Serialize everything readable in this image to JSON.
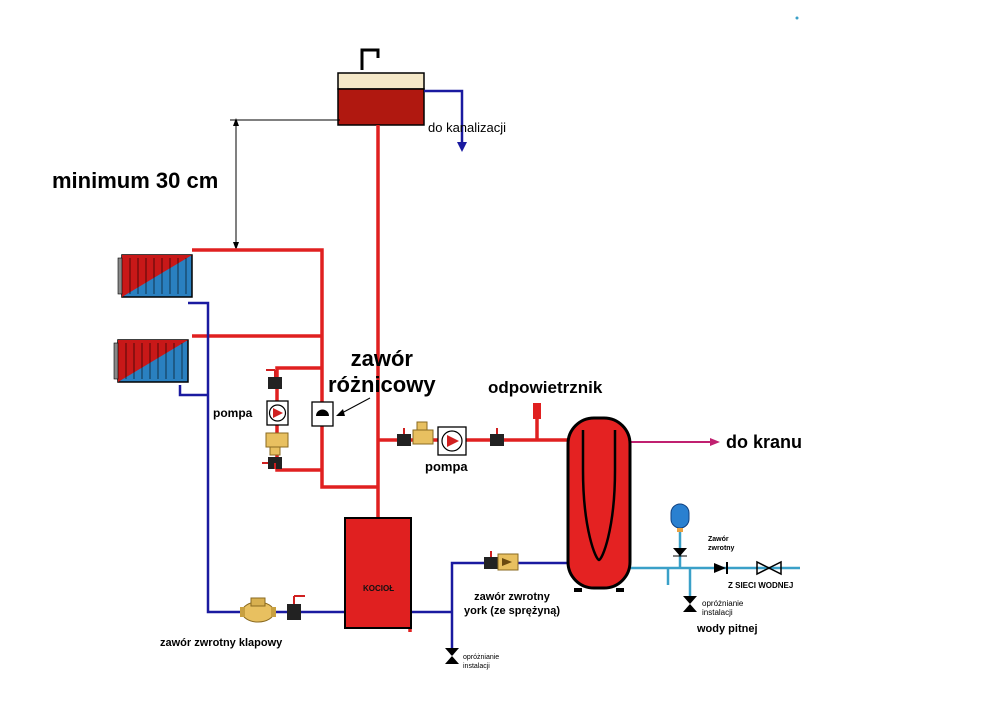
{
  "labels": {
    "drain_sewer": "do kanalizacji",
    "min_height": "minimum 30 cm",
    "diff_valve": "zawór\nróżnicowy",
    "air_vent": "odpowietrznik",
    "pump_left": "pompa",
    "pump_right": "pompa",
    "to_tap": "do kranu",
    "boiler": "KOCIOŁ",
    "york_valve": "zawór zwrotny\nyork (ze sprężyną)",
    "flap_valve": "zawór zwrotny klapowy",
    "drain_installation": "opróżnianie\ninstalacji",
    "check_valve_small": "Zawór\nzwrotny",
    "from_water_mains": "Z SIECI WODNEJ",
    "drain_potable": "opróżnianie\ninstalacji",
    "potable_water": "wody pitnej"
  },
  "colors": {
    "hot_pipe": "#e02020",
    "cold_pipe": "#1a1aa0",
    "potable_pipe": "#3aa0c8",
    "tap_pipe": "#c02070",
    "tank_fill": "#b01810",
    "tank_top": "#f5e8c8",
    "radiator_red": "#c81818",
    "radiator_blue": "#2a80c0",
    "boiler_fill": "#e02020",
    "cylinder_fill": "#e42222"
  },
  "icons": {
    "pump": "pump-circle-icon",
    "valve": "ball-valve-icon",
    "check_valve": "check-valve-icon",
    "filter": "strainer-icon",
    "expansion_vessel": "expansion-vessel-icon",
    "diff_valve": "differential-valve-icon"
  }
}
